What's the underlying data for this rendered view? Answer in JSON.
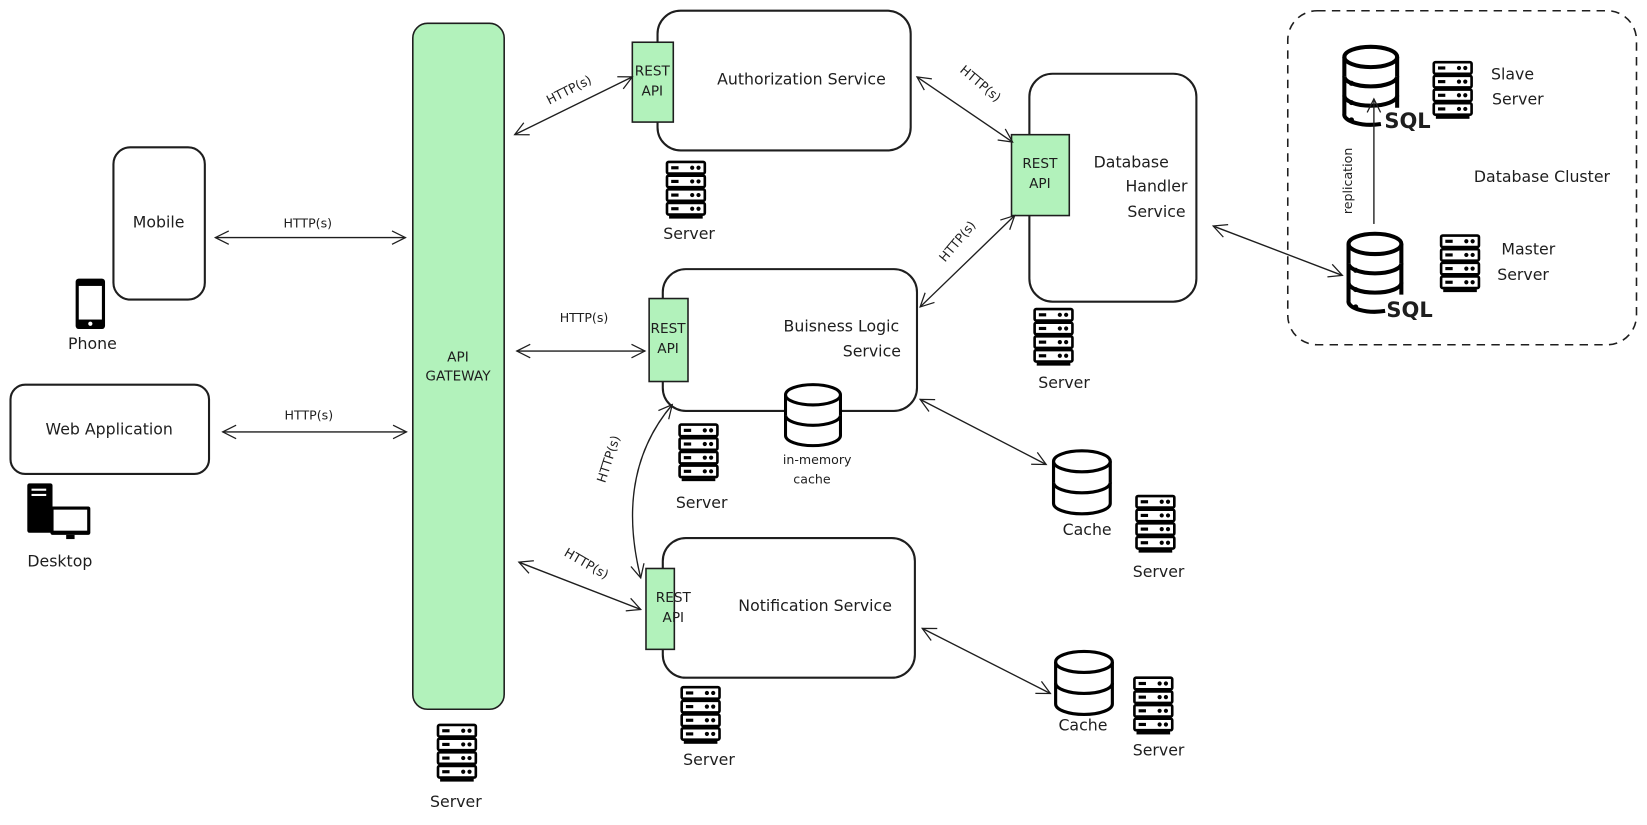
{
  "colors": {
    "api_fill": "#b2f2bb",
    "stroke": "#1e1e1e",
    "background": "#ffffff"
  },
  "clients": {
    "mobile": {
      "label": "Mobile",
      "device_label": "Phone",
      "icon": "phone-icon"
    },
    "web": {
      "label": "Web Application",
      "device_label": "Desktop",
      "icon": "desktop-icon"
    }
  },
  "gateway": {
    "line1": "API",
    "line2": "GATEWAY",
    "server_label": "Server"
  },
  "rest_api": {
    "line1": "REST",
    "line2": "API"
  },
  "protocol": "HTTP(s)",
  "services": {
    "auth": {
      "label": "Authorization Service",
      "server_label": "Server"
    },
    "business": {
      "line1": "Buisness Logic",
      "line2": "Service",
      "server_label": "Server",
      "cache_line1": "in-memory",
      "cache_line2": "cache"
    },
    "notification": {
      "label": "Notification Service",
      "server_label": "Server"
    },
    "db_handler": {
      "line1": "Database",
      "line2": "Handler",
      "line3": "Service",
      "server_label": "Server"
    }
  },
  "caches": [
    {
      "label": "Cache",
      "server_label": "Server"
    },
    {
      "label": "Cache",
      "server_label": "Server"
    }
  ],
  "cluster": {
    "label": "Database Cluster",
    "replication": "replication",
    "sql": "SQL",
    "slave": {
      "line1": "Slave",
      "line2": "Server"
    },
    "master": {
      "line1": "Master",
      "line2": "Server"
    }
  }
}
